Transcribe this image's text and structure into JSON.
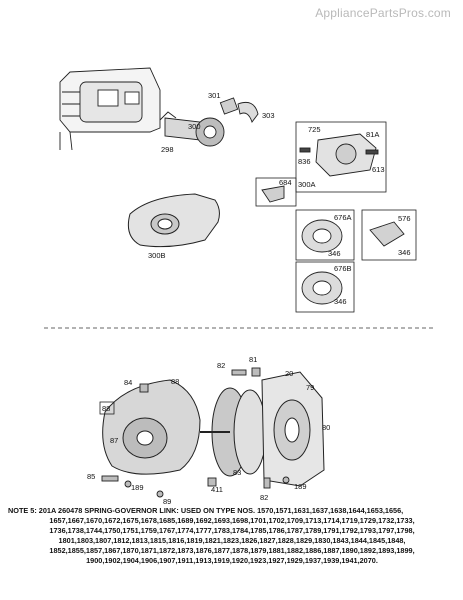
{
  "watermark": "AppliancePartsPros.com",
  "upper_parts": {
    "p301": "301",
    "p303": "303",
    "p300": "300",
    "p298": "298",
    "p725": "725",
    "p81A": "81A",
    "p836": "836",
    "p613": "613",
    "p300A": "300A",
    "p684": "684",
    "p300B": "300B",
    "p676A": "676A",
    "p346a": "346",
    "p576": "576",
    "p346b": "346",
    "p676B": "676B",
    "p346c": "346"
  },
  "lower_parts": {
    "p82a": "82",
    "p81": "81",
    "p20": "20",
    "p84": "84",
    "p88a": "88",
    "p79": "79",
    "p88b": "88",
    "p87": "87",
    "p80": "80",
    "p83": "83",
    "p85": "85",
    "p189a": "189",
    "p89": "89",
    "p411": "411",
    "p82b": "82",
    "p189b": "189"
  },
  "note": {
    "lines": [
      "NOTE 5: 201A 260478 SPRING-GOVERNOR LINK: USED ON TYPE NOS. 1570,1571,1631,1637,1638,1644,1653,1656,",
      "1657,1667,1670,1672,1675,1678,1685,1689,1692,1693,1698,1701,1702,1709,1713,1714,1719,1729,1732,1733,",
      "1736,1738,1744,1750,1751,1759,1767,1774,1777,1783,1784,1785,1786,1787,1789,1791,1792,1793,1797,1798,",
      "1801,1803,1807,1812,1813,1815,1816,1819,1821,1823,1826,1827,1828,1829,1830,1843,1844,1845,1848,",
      "1852,1855,1857,1867,1870,1871,1872,1873,1876,1877,1878,1879,1881,1882,1886,1887,1890,1892,1893,1899,",
      "1900,1902,1904,1906,1907,1911,1913,1919,1920,1923,1927,1929,1937,1939,1941,2070."
    ]
  }
}
